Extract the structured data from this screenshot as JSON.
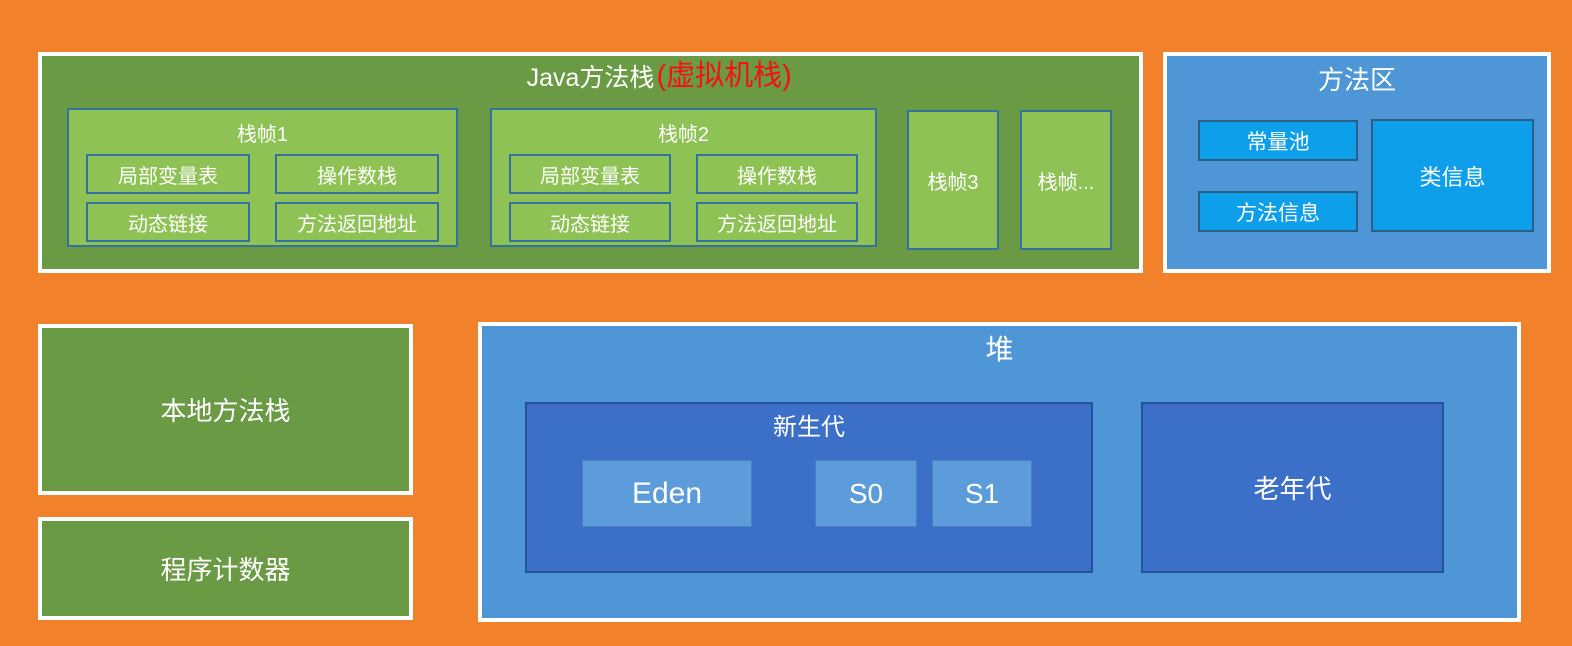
{
  "colors": {
    "background_orange": "#F2812C",
    "green_dark": "#6A9A43",
    "green_light": "#8EC254",
    "teal_border": "#35719F",
    "blue_medium": "#4E96D5",
    "blue_bright": "#0D9FEA",
    "blue_royal": "#3C6FC7",
    "blue_cell": "#5C9CDB",
    "annotation_red": "#F80F0F",
    "text_white": "#FFFFFF"
  },
  "java_stack": {
    "title": "Java方法栈",
    "title_annotation": "(虚拟机栈)",
    "frames": [
      {
        "label": "栈帧1",
        "cells": [
          "局部变量表",
          "操作数栈",
          "动态链接",
          "方法返回地址"
        ]
      },
      {
        "label": "栈帧2",
        "cells": [
          "局部变量表",
          "操作数栈",
          "动态链接",
          "方法返回地址"
        ]
      }
    ],
    "frame3_label": "栈帧3",
    "frame_more_label": "栈帧..."
  },
  "method_area": {
    "title": "方法区",
    "constant_pool": "常量池",
    "method_info": "方法信息",
    "class_info": "类信息"
  },
  "native_stack": {
    "label": "本地方法栈"
  },
  "pc_register": {
    "label": "程序计数器"
  },
  "heap": {
    "title": "堆",
    "young_gen": {
      "title": "新生代",
      "eden": "Eden",
      "s0": "S0",
      "s1": "S1"
    },
    "old_gen": {
      "label": "老年代"
    }
  }
}
